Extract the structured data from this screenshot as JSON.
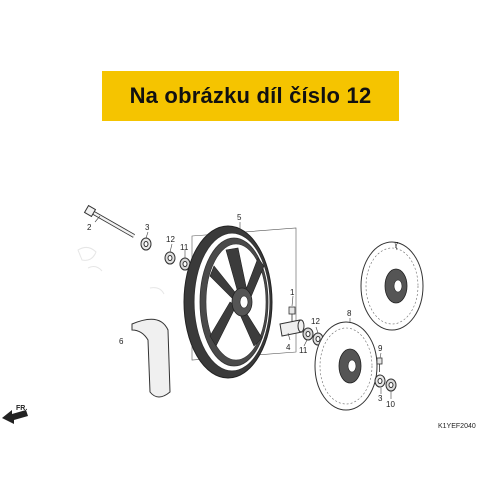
{
  "banner": {
    "text": "Na obrázku díl číslo 12",
    "color": "#f5c400"
  },
  "diagram": {
    "callouts": {
      "c2": "2",
      "c3a": "3",
      "c12a": "12",
      "c11a": "11",
      "c5": "5",
      "c1": "1",
      "c6": "6",
      "c4": "4",
      "c11b": "11",
      "c12b": "12",
      "c7": "7",
      "c8": "8",
      "c9": "9",
      "c3b": "3",
      "c10": "10"
    },
    "drawing_code": "K1YEF2040",
    "direction_label": "FR."
  }
}
